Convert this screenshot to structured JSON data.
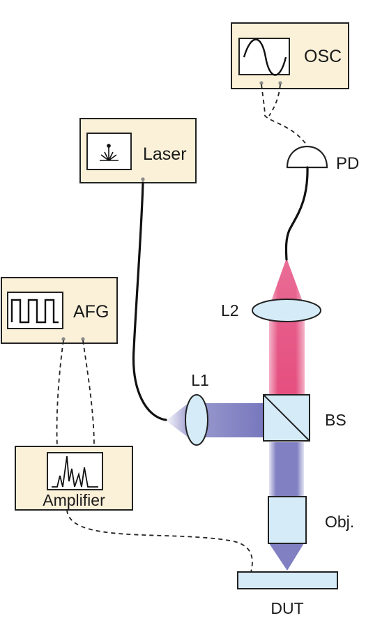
{
  "instruments": {
    "osc": "OSC",
    "laser": "Laser",
    "afg": "AFG",
    "amplifier": "Amplifier"
  },
  "optics": {
    "pd": "PD",
    "l1": "L1",
    "l2": "L2",
    "bs": "BS",
    "objective": "Obj.",
    "dut": "DUT"
  },
  "colors": {
    "instrument_box": "#fbf1d9",
    "optic_fill": "#d5ecf8",
    "probe_beam": "#4a4aa8",
    "signal_beam": "#e0306a"
  }
}
